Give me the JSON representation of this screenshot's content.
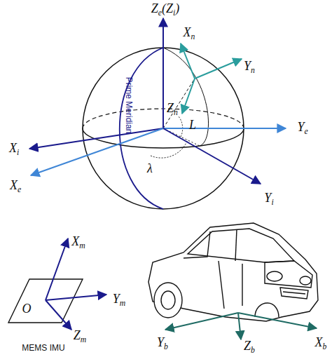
{
  "diagram": {
    "labels": [
      "Ze(Zi)",
      "Xn",
      "Yn",
      "Zn",
      "Prime Meridian",
      "L",
      "Ye",
      "Xi",
      "λ",
      "Xe",
      "Yi",
      "Xm",
      "Ym",
      "O",
      "Zm",
      "MEMS IMU",
      "Yb",
      "Zb",
      "Xb"
    ]
  }
}
